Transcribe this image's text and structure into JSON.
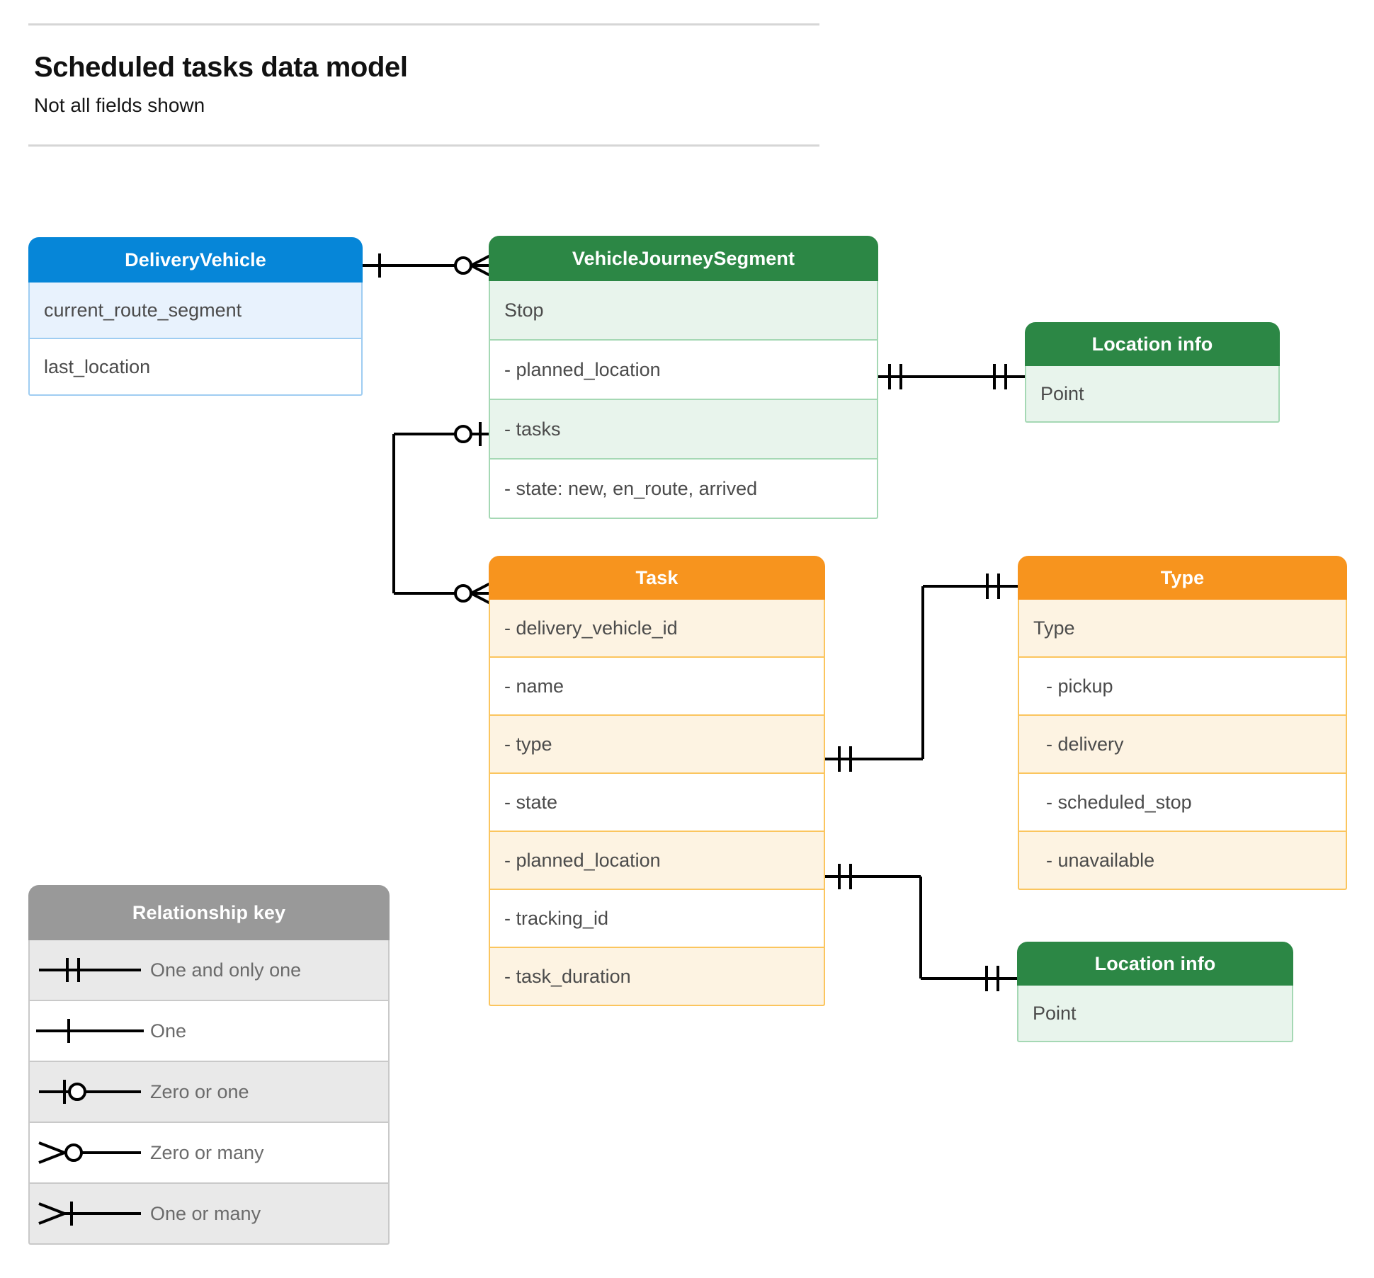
{
  "header": {
    "title": "Scheduled tasks data model",
    "subtitle": "Not all fields shown"
  },
  "entities": {
    "delivery_vehicle": {
      "name": "DeliveryVehicle",
      "color": "#0686d8",
      "rows": [
        {
          "label": "current_route_segment"
        },
        {
          "label": "last_location"
        }
      ]
    },
    "vehicle_journey_segment": {
      "name": "VehicleJourneySegment",
      "color": "#2c8745",
      "rows": [
        {
          "label": "Stop"
        },
        {
          "label": "-  planned_location"
        },
        {
          "label": "- tasks"
        },
        {
          "label": "- state: new, en_route, arrived"
        }
      ]
    },
    "location_info_upper": {
      "name": "Location info",
      "color": "#2c8745",
      "rows": [
        {
          "label": "Point"
        }
      ]
    },
    "task": {
      "name": "Task",
      "color": "#f7941e",
      "rows": [
        {
          "label": "- delivery_vehicle_id"
        },
        {
          "label": "- name"
        },
        {
          "label": "- type"
        },
        {
          "label": "- state"
        },
        {
          "label": "- planned_location"
        },
        {
          "label": "- tracking_id"
        },
        {
          "label": "- task_duration"
        }
      ]
    },
    "type": {
      "name": "Type",
      "color": "#f7941e",
      "rows": [
        {
          "label": "Type"
        },
        {
          "label": "-   pickup"
        },
        {
          "label": "-   delivery"
        },
        {
          "label": "-   scheduled_stop"
        },
        {
          "label": "-   unavailable"
        }
      ]
    },
    "location_info_lower": {
      "name": "Location info",
      "color": "#2c8745",
      "rows": [
        {
          "label": "Point"
        }
      ]
    }
  },
  "legend": {
    "title": "Relationship key",
    "color": "#999999",
    "items": [
      {
        "symbol": "one-and-only-one-symbol",
        "label": "One and only one"
      },
      {
        "symbol": "one-symbol",
        "label": "One"
      },
      {
        "symbol": "zero-or-one-symbol",
        "label": "Zero or one"
      },
      {
        "symbol": "zero-or-many-symbol",
        "label": "Zero or many"
      },
      {
        "symbol": "one-or-many-symbol",
        "label": "One or many"
      }
    ]
  },
  "relationships": [
    {
      "name": "deliveryvehicle-to-vehiclejourneysegment",
      "from": "DeliveryVehicle",
      "to": "VehicleJourneySegment",
      "from_cardinality": "One",
      "to_cardinality": "Zero or many"
    },
    {
      "name": "vehiclejourneysegment-tasks-to-task",
      "from": "VehicleJourneySegment.tasks",
      "to": "Task",
      "from_cardinality": "Zero or one",
      "to_cardinality": "Zero or many"
    },
    {
      "name": "vehiclejourneysegment-plannedlocation-to-locationinfo",
      "from": "VehicleJourneySegment.planned_location",
      "to": "Location info",
      "from_cardinality": "One and only one",
      "to_cardinality": "One and only one"
    },
    {
      "name": "task-type-to-type",
      "from": "Task.type",
      "to": "Type",
      "from_cardinality": "One and only one",
      "to_cardinality": "One and only one"
    },
    {
      "name": "task-plannedlocation-to-locationinfo",
      "from": "Task.planned_location",
      "to": "Location info",
      "from_cardinality": "One and only one",
      "to_cardinality": "One and only one"
    }
  ]
}
